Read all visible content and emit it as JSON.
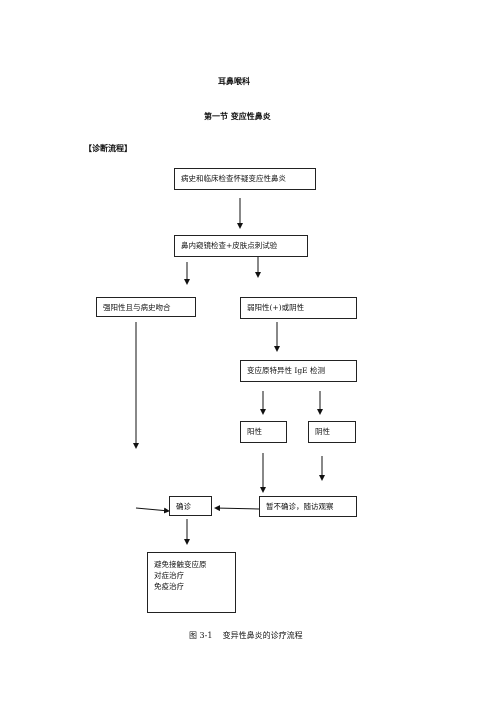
{
  "header": {
    "department": "耳鼻喉科",
    "section": "第一节  变应性鼻炎",
    "subheading": "【诊断流程】"
  },
  "flow": {
    "n1": "病史和临床检查怀疑变应性鼻炎",
    "n2": "鼻内窥镜检查+皮肤点刺试验",
    "n3": "强阳性且与病史吻合",
    "n4": "弱阳性(+)或阴性",
    "n5": "变应原特异性 IgE 检测",
    "n6": "阳性",
    "n7": "阴性",
    "n8": "确诊",
    "n9": "暂不确诊，随访观察",
    "n10": {
      "lines": [
        "避免接触变应原",
        "对症治疗",
        "免疫治疗"
      ]
    }
  },
  "caption": "图 3-1    变异性鼻炎的诊疗流程"
}
